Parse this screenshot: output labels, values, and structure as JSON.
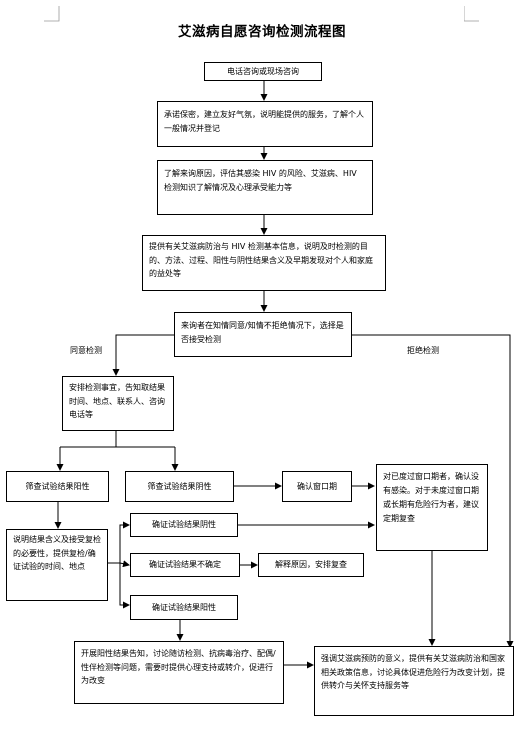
{
  "title": "艾滋病自愿咨询检测流程图",
  "steps": {
    "phone": "电话咨询或现场咨询",
    "promise": "承诺保密，建立友好气氛，说明能提供的服务，了解个人一般情况并登记",
    "reason": "了解来询原因，评估其感染 HIV 的风险、艾滋病、HIV 检测知识了解情况及心理承受能力等",
    "provide": "提供有关艾滋病防治与 HIV 检测基本信息，说明及时检测的目的、方法、过程、阳性与阴性结果含义及早期发现对个人和家庭的益处等",
    "consent": "来询者在知情同意/知情不拒绝情况下，选择是否接受检测",
    "arrange": "安排检测事宜，告知取结果时间、地点、联系人、咨询电话等",
    "screen_pos": "筛查试验结果阳性",
    "screen_neg": "筛查试验结果阴性",
    "confirm_window": "确认窗口期",
    "window_advice": "对已度过窗口期者，确认没有感染。对于未度过窗口期或长期有危险行为者，建议定期复查",
    "explain": "说明结果含义及接受复检的必要性，提供复检/确证试验的时间、地点",
    "confirm_neg": "确证试验结果阴性",
    "confirm_uncertain": "确证试验结果不确定",
    "explain_retest": "解释原因，安排复查",
    "confirm_pos": "确证试验结果阳性",
    "positive_care": "开展阳性结果告知，讨论随访检测、抗病毒治疗、配偶/性伴检测等问题，需要时提供心理支持或转介，促进行为改变",
    "emphasize": "强调艾滋病预防的意义，提供有关艾滋病防治和国家相关政策信息，讨论具体促进危险行为改变计划，提供转介与关怀支持服务等"
  },
  "labels": {
    "agree": "同意检测",
    "refuse": "拒绝检测"
  },
  "colors": {
    "line": "#000000",
    "background": "#ffffff"
  }
}
